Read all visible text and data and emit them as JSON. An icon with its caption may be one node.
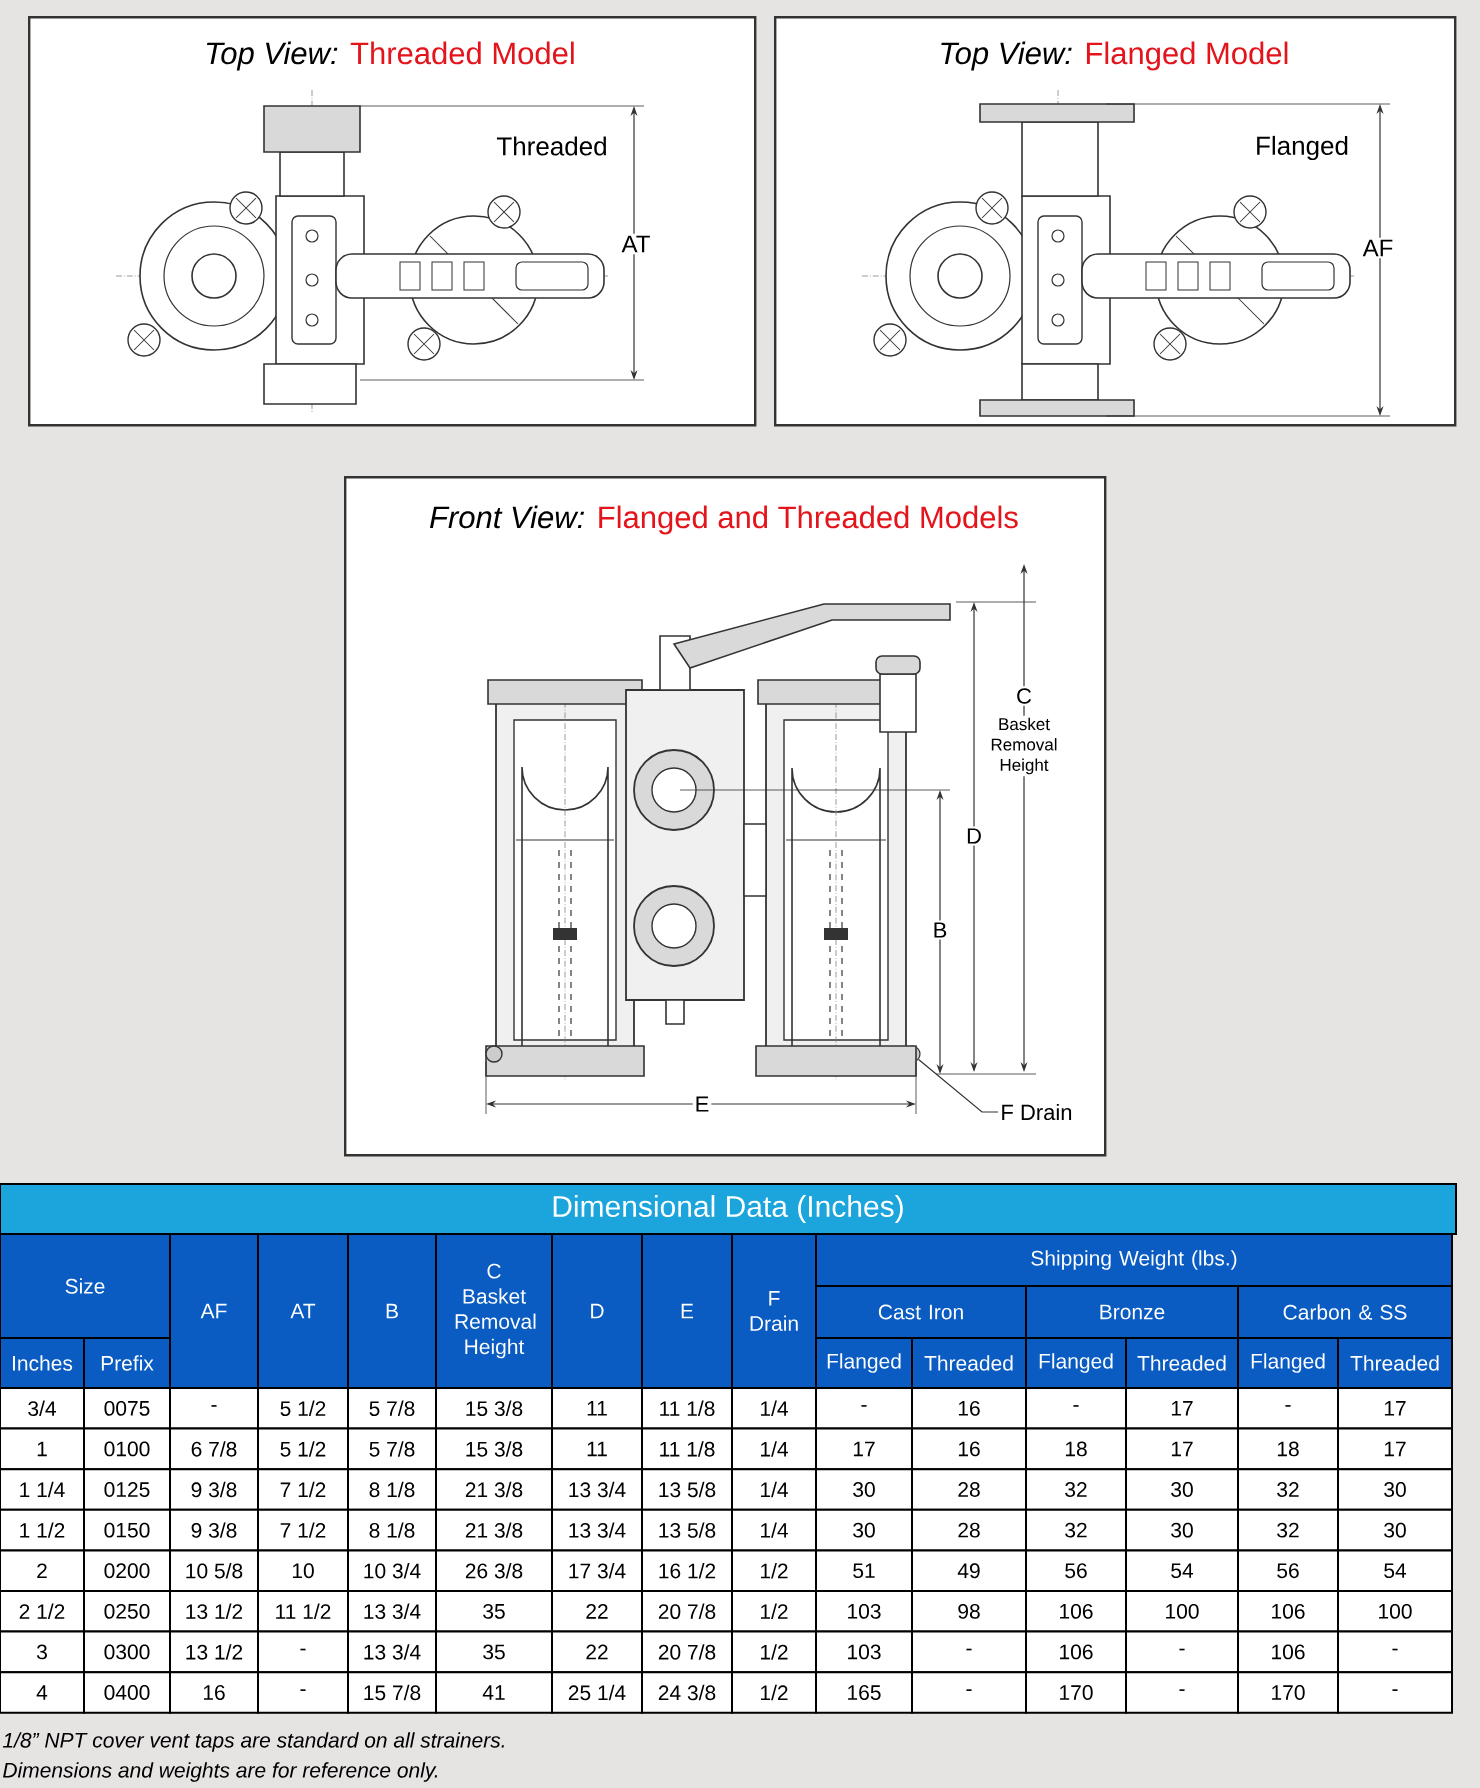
{
  "diagram": {
    "nodes": [
      {
        "text": [
          "Top View:",
          "Threaded Model"
        ]
      },
      {
        "text": [
          "Top View:",
          "Flanged Model"
        ]
      },
      {
        "text": [
          "Front View:",
          "Flanged and Threaded Models"
        ]
      },
      {
        "text": [
          "F Drain"
        ],
        "in": 2
      },
      {
        "text": [],
        "shape": "circle",
        "in": 2
      }
    ],
    "edges": [
      {
        "from": 3,
        "to": 4,
        "arrow": "none"
      }
    ],
    "labels": [
      "Threaded",
      "AT",
      "Flanged",
      "AF",
      "C",
      "Basket Removal Height",
      "D",
      "B",
      "E",
      "Dimensional Data (Inches)",
      "Size",
      "AF",
      "AT",
      "B",
      "C Basket Removal Height",
      "D",
      "E",
      "F Drain",
      "Shipping Weight (lbs.)",
      "Cast Iron",
      "Bronze",
      "Carbon & SS",
      "Inches",
      "Prefix",
      "Flanged",
      "Threaded",
      "Flanged",
      "Threaded",
      "Flanged",
      "Threaded",
      "3/4",
      "0075",
      "-",
      "5 1/2",
      "5 7/8",
      "15 3/8",
      "11",
      "11 1/8",
      "1/4",
      "-",
      "16",
      "-",
      "17",
      "-",
      "17",
      "1",
      "0100",
      "6 7/8",
      "5 1/2",
      "5 7/8",
      "15 3/8",
      "11",
      "11 1/8",
      "1/4",
      "17",
      "16",
      "18",
      "17",
      "18",
      "17",
      "1 1/4",
      "0125",
      "9 3/8",
      "7 1/2",
      "8 1/8",
      "21 3/8",
      "13 3/4",
      "13 5/8",
      "1/4",
      "30",
      "28",
      "32",
      "30",
      "32",
      "30",
      "1 1/2",
      "0150",
      "9 3/8",
      "7 1/2",
      "8 1/8",
      "21 3/8",
      "13 3/4",
      "13 5/8",
      "1/4",
      "30",
      "28",
      "32",
      "30",
      "32",
      "30",
      "2",
      "0200",
      "10 5/8",
      "10",
      "10 3/4",
      "26 3/8",
      "17 3/4",
      "16 1/2",
      "1/2",
      "51",
      "49",
      "56",
      "54",
      "56",
      "54",
      "2 1/2",
      "0250",
      "13 1/2",
      "11 1/2",
      "13 3/4",
      "35",
      "22",
      "20 7/8",
      "1/2",
      "103",
      "98",
      "106",
      "100",
      "106",
      "100",
      "3",
      "0300",
      "13 1/2",
      "-",
      "13 3/4",
      "35",
      "22",
      "20 7/8",
      "1/2",
      "103",
      "-",
      "106",
      "-",
      "106",
      "-",
      "4",
      "0400",
      "16",
      "-",
      "15 7/8",
      "41",
      "25 1/4",
      "24 3/8",
      "1/2",
      "165",
      "-",
      "170",
      "-",
      "170",
      "-",
      "1/8” NPT cover vent taps are standard on all strainers.",
      "Dimensions and weights are for reference only."
    ]
  }
}
